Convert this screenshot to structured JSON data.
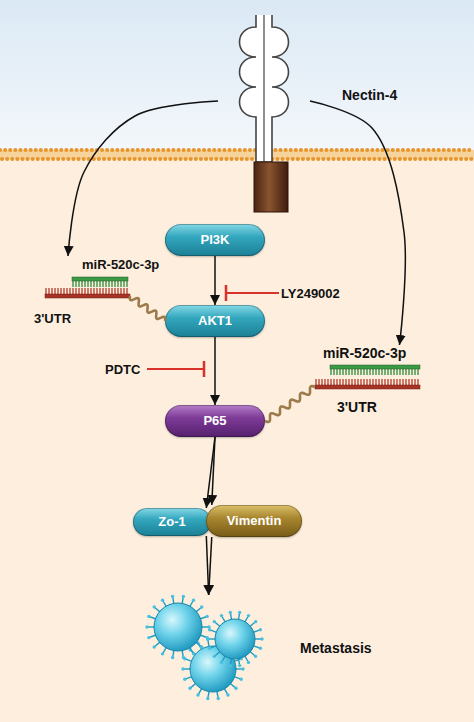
{
  "diagram": {
    "nodes": [
      {
        "text": [
          "Nectin-4"
        ]
      },
      {
        "text": [
          "PI3K"
        ]
      },
      {
        "text": [
          "miR-520c-3p",
          "3'UTR"
        ]
      },
      {
        "text": [
          "AKT1"
        ]
      },
      {
        "text": [
          "miR-520c-3p",
          "3'UTR"
        ]
      },
      {
        "text": [
          "P65"
        ]
      },
      {
        "text": [
          "Zo-1"
        ]
      },
      {
        "text": [
          "Vimentin"
        ]
      },
      {
        "text": [
          "Metastasis"
        ]
      }
    ],
    "edges": [
      {
        "from": 0,
        "to": 2,
        "arrow": "to"
      },
      {
        "from": 0,
        "to": 4,
        "arrow": "to"
      },
      {
        "from": 1,
        "to": 3,
        "arrow": "to"
      },
      {
        "from": 2,
        "to": 3,
        "arrow": "none"
      },
      {
        "from": 3,
        "to": 5,
        "arrow": "to"
      },
      {
        "from": 4,
        "to": 5,
        "arrow": "none"
      },
      {
        "from": 5,
        "to": 6,
        "arrow": "to"
      },
      {
        "from": 5,
        "to": 7,
        "arrow": "to"
      },
      {
        "from": 6,
        "to": 8,
        "arrow": "to"
      },
      {
        "from": 7,
        "to": 8,
        "arrow": "to"
      }
    ],
    "labels": [
      "LY249002",
      "PDTC"
    ]
  }
}
